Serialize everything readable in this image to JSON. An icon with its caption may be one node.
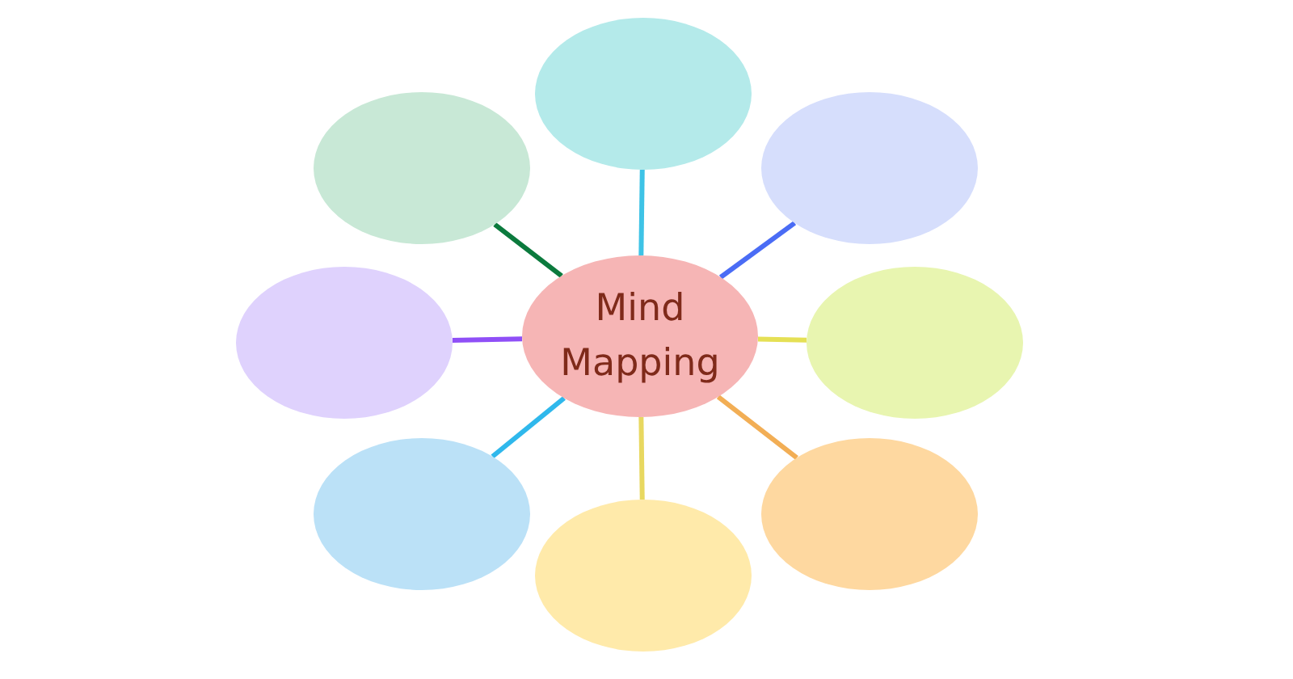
{
  "diagram": {
    "nodes": [
      {
        "text": [
          "Mind Mapping"
        ]
      },
      {
        "text": [],
        "shape": "ellipse"
      },
      {
        "text": [],
        "shape": "ellipse"
      },
      {
        "text": [],
        "shape": "ellipse"
      },
      {
        "text": [],
        "shape": "ellipse"
      },
      {
        "text": [],
        "shape": "ellipse"
      },
      {
        "text": [],
        "shape": "ellipse"
      },
      {
        "text": [],
        "shape": "ellipse"
      },
      {
        "text": [],
        "shape": "ellipse"
      }
    ],
    "edges": [
      {
        "from": 0,
        "to": 1,
        "arrow": "none",
        "color": "#3ec3e6"
      },
      {
        "from": 0,
        "to": 2,
        "arrow": "none",
        "color": "#4a6cf5"
      },
      {
        "from": 0,
        "to": 3,
        "arrow": "none",
        "color": "#e5e055"
      },
      {
        "from": 0,
        "to": 4,
        "arrow": "none",
        "color": "#f2ae55"
      },
      {
        "from": 0,
        "to": 5,
        "arrow": "none",
        "color": "#e8d860"
      },
      {
        "from": 0,
        "to": 6,
        "arrow": "none",
        "color": "#2fb8ec"
      },
      {
        "from": 0,
        "to": 7,
        "arrow": "none",
        "color": "#8f4ff7"
      },
      {
        "from": 0,
        "to": 8,
        "arrow": "none",
        "color": "#0b7a3d"
      }
    ]
  }
}
